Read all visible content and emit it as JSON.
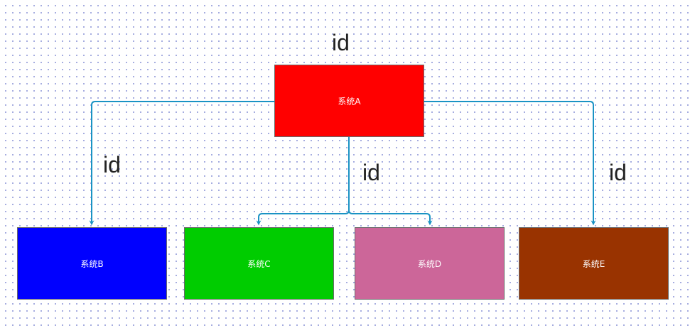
{
  "diagram": {
    "nodes": [
      {
        "id": "A",
        "label": "系统A",
        "color": "#ff0000"
      },
      {
        "id": "B",
        "label": "系统B",
        "color": "#0000ff"
      },
      {
        "id": "C",
        "label": "系统C",
        "color": "#00cc00"
      },
      {
        "id": "D",
        "label": "系统D",
        "color": "#cc6699"
      },
      {
        "id": "E",
        "label": "系统E",
        "color": "#993300"
      }
    ],
    "edges": [
      {
        "from": "A",
        "to": "B"
      },
      {
        "from": "A",
        "to": "C"
      },
      {
        "from": "A",
        "to": "D"
      },
      {
        "from": "A",
        "to": "E"
      }
    ],
    "labels": {
      "top": "id",
      "edge_b": "id",
      "edge_cd": "id",
      "edge_e": "id"
    },
    "connector_color": "#1a93c4"
  }
}
